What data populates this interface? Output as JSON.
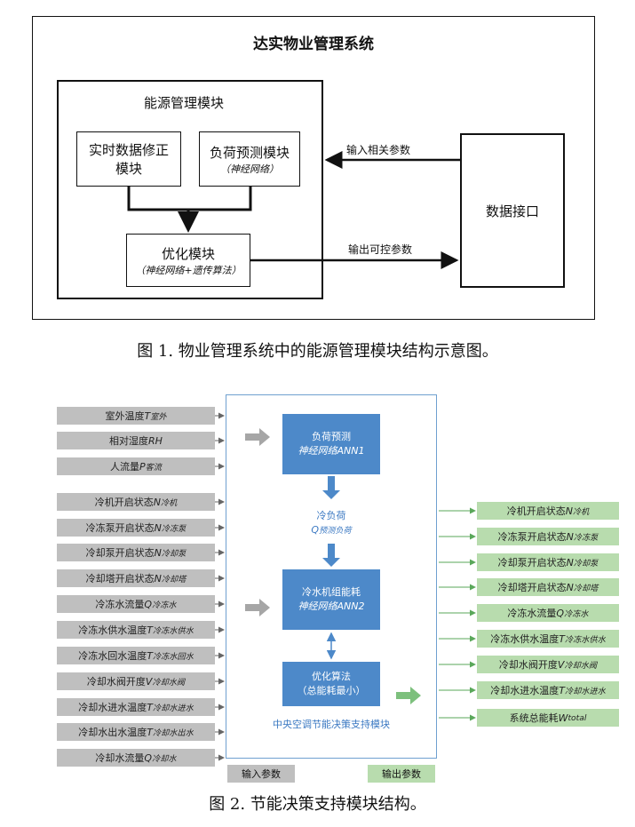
{
  "fig1": {
    "system_title": "达实物业管理系统",
    "energy_module_title": "能源管理模块",
    "realtime_box": [
      "实时数据修正",
      "模块"
    ],
    "load_box_title": "负荷预测模块",
    "load_box_sub": "（神经网络）",
    "opt_box_title": "优化模块",
    "opt_box_sub": "（神经网络+遗传算法）",
    "data_interface": "数据接口",
    "edge_in": "输入相关参数",
    "edge_out": "输出可控参数",
    "caption": "图 1. 物业管理系统中的能源管理模块结构示意图。"
  },
  "fig2": {
    "inputs": [
      {
        "text": "室外温度 ",
        "var": "T",
        "sub": "室外"
      },
      {
        "text": "相对湿度 ",
        "var": "RH",
        "sub": ""
      },
      {
        "text": "人流量 ",
        "var": "P",
        "sub": "客流"
      },
      {
        "text": "冷机开启状态 ",
        "var": "N",
        "sub": "冷机"
      },
      {
        "text": "冷冻泵开启状态 ",
        "var": "N",
        "sub": "冷冻泵"
      },
      {
        "text": "冷却泵开启状态 ",
        "var": "N",
        "sub": "冷却泵"
      },
      {
        "text": "冷却塔开启状态 ",
        "var": "N",
        "sub": "冷却塔"
      },
      {
        "text": "冷冻水流量 ",
        "var": "Q",
        "sub": "冷冻水"
      },
      {
        "text": "冷冻水供水温度 ",
        "var": "T",
        "sub": "冷冻水供水"
      },
      {
        "text": "冷冻水回水温度 ",
        "var": "T",
        "sub": "冷冻水回水"
      },
      {
        "text": "冷却水阀开度 ",
        "var": "V",
        "sub": "冷却水阀"
      },
      {
        "text": "冷却水进水温度 ",
        "var": "T",
        "sub": "冷却水进水"
      },
      {
        "text": "冷却水出水温度 ",
        "var": "T",
        "sub": "冷却水出水"
      },
      {
        "text": "冷却水流量 ",
        "var": "Q",
        "sub": "冷却水"
      }
    ],
    "outputs": [
      {
        "text": "冷机开启状态 ",
        "var": "N",
        "sub": "冷机"
      },
      {
        "text": "冷冻泵开启状态 ",
        "var": "N",
        "sub": "冷冻泵"
      },
      {
        "text": "冷却泵开启状态 ",
        "var": "N",
        "sub": "冷却泵"
      },
      {
        "text": "冷却塔开启状态 ",
        "var": "N",
        "sub": "冷却塔"
      },
      {
        "text": "冷冻水流量 ",
        "var": "Q",
        "sub": "冷冻水"
      },
      {
        "text": "冷冻水供水温度 ",
        "var": "T",
        "sub": "冷冻水供水"
      },
      {
        "text": "冷却水阀开度 ",
        "var": "V",
        "sub": "冷却水阀"
      },
      {
        "text": "冷却水进水温度 ",
        "var": "T",
        "sub": "冷却水进水"
      },
      {
        "text": "系统总能耗 ",
        "var": "W",
        "sub": "total"
      }
    ],
    "ann1": [
      "负荷预测",
      "神经网络ANN1"
    ],
    "cold_load_label": "冷负荷",
    "cold_load_var": "Q",
    "cold_load_sub": "预测负荷",
    "ann2": [
      "冷水机组能耗",
      "神经网络ANN2"
    ],
    "opt": [
      "优化算法",
      "（总能耗最小）"
    ],
    "center_label": "中央空调节能决策支持模块",
    "legend_in": "输入参数",
    "legend_out": "输出参数",
    "caption": "图 2. 节能决策支持模块结构。",
    "colors": {
      "blue_box": "#4d89c9",
      "input_fill": "#bfbfbf",
      "output_fill": "#b8dcae",
      "panel_border": "#6fa0d0",
      "link_text": "#3a78c2"
    }
  }
}
